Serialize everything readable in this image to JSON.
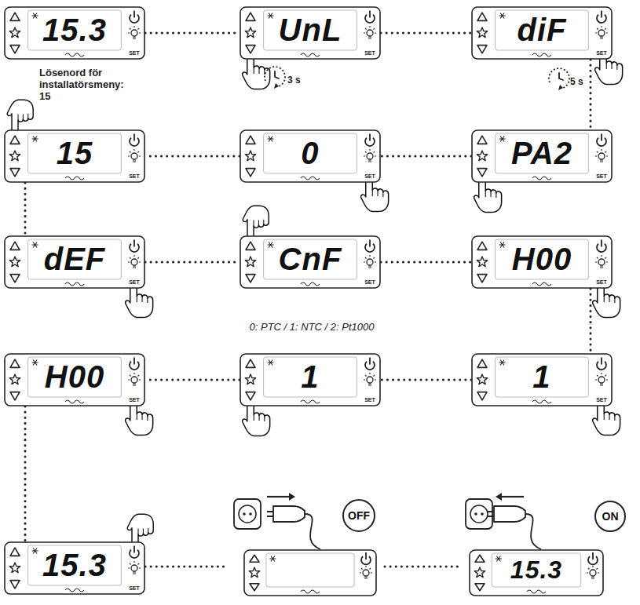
{
  "diagram": {
    "nodes": [
      {
        "text": [
          "15.3",
          "SET"
        ]
      },
      {
        "text": [
          "UnL",
          "SET"
        ]
      },
      {
        "text": [
          "diF",
          "SET"
        ]
      },
      {
        "text": [
          "15",
          "SET"
        ]
      },
      {
        "text": [
          "0",
          "SET"
        ]
      },
      {
        "text": [
          "PA2",
          "SET"
        ]
      },
      {
        "text": [
          "dEF",
          "SET"
        ]
      },
      {
        "text": [
          "CnF",
          "SET"
        ]
      },
      {
        "text": [
          "H00",
          "SET"
        ]
      },
      {
        "text": [
          "H00",
          "SET"
        ]
      },
      {
        "text": [
          "1",
          "SET"
        ]
      },
      {
        "text": [
          "1",
          "SET"
        ]
      },
      {
        "text": [
          "15.3",
          "SET"
        ]
      },
      {
        "text": [
          "OFF"
        ]
      },
      {
        "text": [
          "ON"
        ]
      },
      {
        "text": [
          "15.3"
        ],
        "in": 14
      }
    ],
    "edges": [
      {
        "from": 0,
        "to": 1,
        "arrow": "none"
      },
      {
        "from": 1,
        "to": 2,
        "arrow": "none"
      },
      {
        "from": 2,
        "to": 5,
        "arrow": "none"
      },
      {
        "from": 5,
        "to": 4,
        "arrow": "none"
      },
      {
        "from": 4,
        "to": 3,
        "arrow": "none"
      },
      {
        "from": 3,
        "to": 6,
        "arrow": "none"
      },
      {
        "from": 6,
        "to": 7,
        "arrow": "none"
      },
      {
        "from": 7,
        "to": 8,
        "arrow": "none"
      },
      {
        "from": 8,
        "to": 11,
        "arrow": "none"
      },
      {
        "from": 11,
        "to": 10,
        "arrow": "none"
      },
      {
        "from": 10,
        "to": 9,
        "arrow": "none"
      },
      {
        "from": 9,
        "to": 12,
        "arrow": "none"
      },
      {
        "from": 12,
        "to": 13,
        "arrow": "none"
      },
      {
        "from": 13,
        "to": 14,
        "arrow": "none"
      }
    ],
    "labels": [
      "Lösenord för installatörsmeny: 15",
      "3 s",
      "5 s",
      "0: PTC / 1: NTC / 2: Pt1000"
    ]
  }
}
